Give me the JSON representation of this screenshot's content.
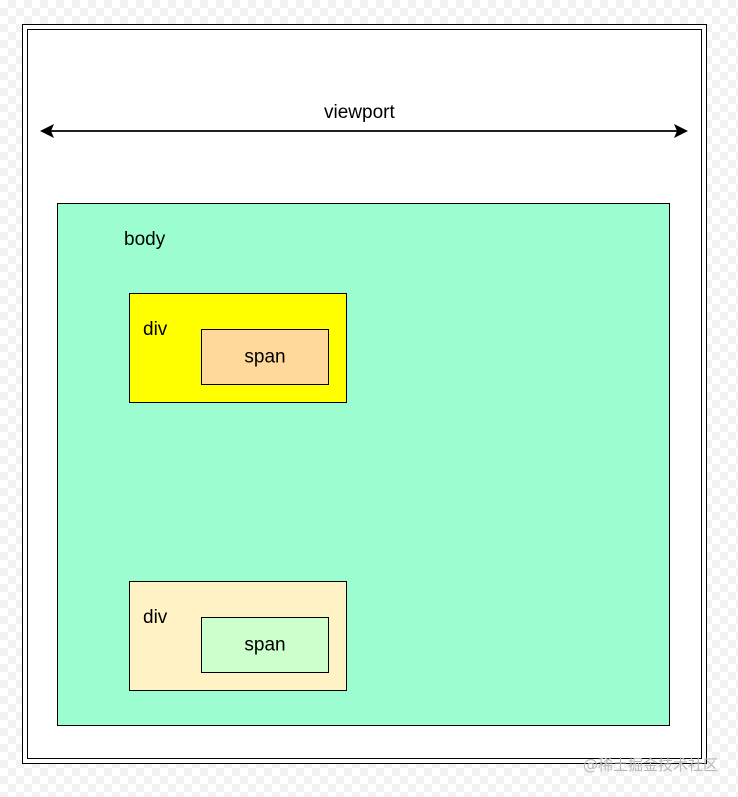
{
  "colors": {
    "body_fill": "#9bfdd0",
    "div1_fill": "#ffff00",
    "span1_fill": "#fed99b",
    "div2_fill": "#fff3c6",
    "span2_fill": "#ccffcc",
    "stroke": "#000000"
  },
  "viewport": {
    "label": "viewport"
  },
  "body_box": {
    "label": "body"
  },
  "div_top": {
    "label": "div",
    "span_label": "span"
  },
  "div_bottom": {
    "label": "div",
    "span_label": "span"
  },
  "watermark": {
    "text": "@稀土掘金技术社区"
  }
}
